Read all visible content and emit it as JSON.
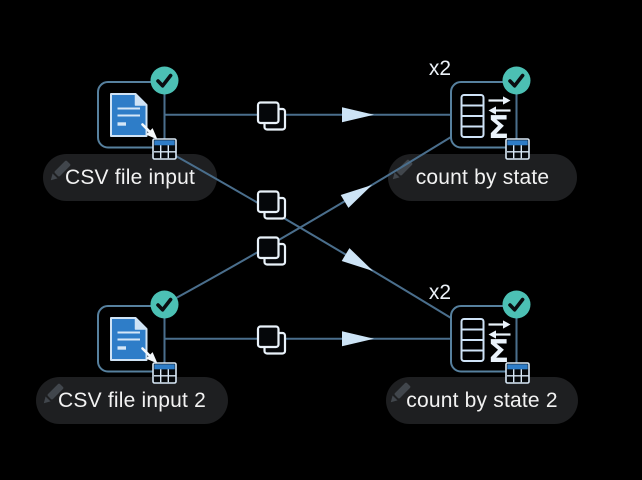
{
  "canvas": {
    "type": "workflow-editor",
    "background": "#000000"
  },
  "colors": {
    "node_border": "#56809E",
    "connection": "#4A6E8C",
    "status_success": "#4CC0B4",
    "arrowhead": "#CDE4F6",
    "icon_light": "#D9E9F7",
    "accent_blue": "#2E7DC8",
    "label_background": "#1E1F21",
    "label_text": "#F2F2F2"
  },
  "icons": {
    "sigma": "Σ"
  },
  "nodes": [
    {
      "id": "csv-file-input",
      "label": "CSV file input",
      "kind": "csv-reader",
      "status": "success"
    },
    {
      "id": "count-by-state",
      "label": "count by state",
      "kind": "count-aggregator",
      "status": "success",
      "badge": "x2"
    },
    {
      "id": "csv-file-input-2",
      "label": "CSV file input 2",
      "kind": "csv-reader",
      "status": "success"
    },
    {
      "id": "count-by-state-2",
      "label": "count by state 2",
      "kind": "count-aggregator",
      "status": "success",
      "badge": "x2"
    }
  ],
  "connections": [
    {
      "from": "csv-file-input",
      "to": "count-by-state"
    },
    {
      "from": "csv-file-input",
      "to": "count-by-state-2"
    },
    {
      "from": "csv-file-input-2",
      "to": "count-by-state"
    },
    {
      "from": "csv-file-input-2",
      "to": "count-by-state-2"
    }
  ]
}
